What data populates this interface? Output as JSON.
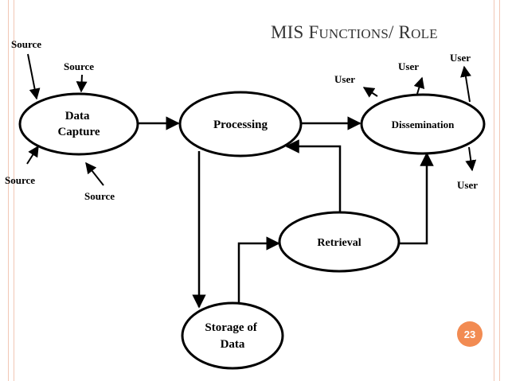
{
  "slide": {
    "title_part1_initial": "MIS F",
    "title_part1_rest": "unctions",
    "title_sep": "/ ",
    "title_part2_initial": "R",
    "title_part2_rest": "ole",
    "page_number": "23",
    "accent_color": "#f28b52",
    "border_color": "#f2c7b5"
  },
  "nodes": {
    "data_capture": [
      "Data",
      "Capture"
    ],
    "processing": "Processing",
    "dissemination": "Dissemination",
    "retrieval": "Retrieval",
    "storage": [
      "Storage of",
      "Data"
    ]
  },
  "inputs": [
    "Source",
    "Source",
    "Source",
    "Source"
  ],
  "outputs": [
    "User",
    "User",
    "User",
    "User"
  ]
}
